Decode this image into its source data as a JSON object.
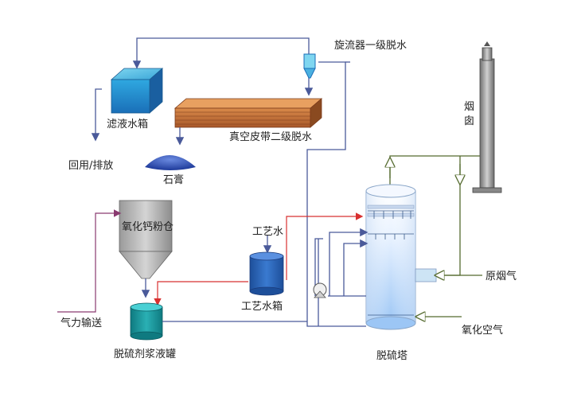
{
  "labels": {
    "cyclone": "旋流器一级脱水",
    "filtrate_tank": "滤液水箱",
    "vacuum_belt": "真空皮带二级脱水",
    "reuse": "回用/排放",
    "gypsum": "石膏",
    "chimney": "烟囱",
    "lime_silo": "氧化钙粉仓",
    "process_water": "工艺水",
    "process_water_tank": "工艺水箱",
    "flue_gas": "原烟气",
    "pneumatic": "气力输送",
    "slurry_tank": "脱硫剂浆液罐",
    "oxidation_air": "氧化空气",
    "absorber": "脱硫塔"
  },
  "colors": {
    "pipe": "#4a5a9a",
    "red_line": "#d83030",
    "purple_line": "#8a3a70",
    "green_line": "#7a8a5a",
    "tank_blue": "#2c6fc0",
    "tower_light": "#dcecff"
  }
}
